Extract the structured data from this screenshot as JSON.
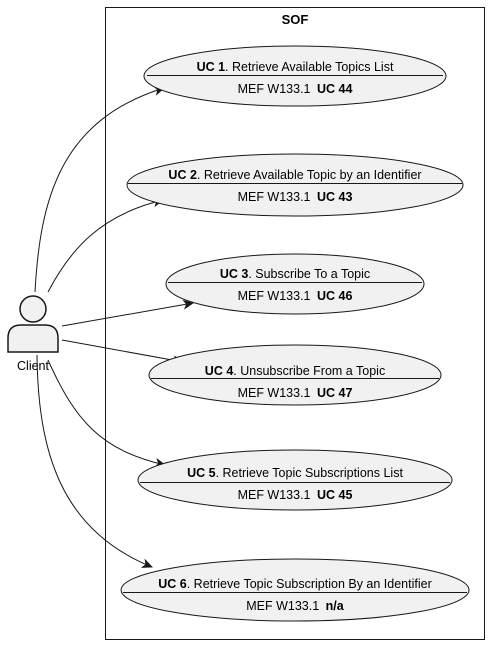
{
  "system": {
    "title": "SOF"
  },
  "actor": {
    "name": "Client"
  },
  "use_cases": [
    {
      "id": "UC 1",
      "name": ". Retrieve Available Topics List",
      "spec": "MEF W133.1",
      "ref": "UC 44"
    },
    {
      "id": "UC 2",
      "name": ". Retrieve Available Topic by an Identifier",
      "spec": "MEF W133.1",
      "ref": "UC 43"
    },
    {
      "id": "UC 3",
      "name": ". Subscribe To a Topic",
      "spec": "MEF W133.1",
      "ref": "UC 46"
    },
    {
      "id": "UC 4",
      "name": ". Unsubscribe From a Topic",
      "spec": "MEF W133.1",
      "ref": "UC 47"
    },
    {
      "id": "UC 5",
      "name": ". Retrieve Topic Subscriptions List",
      "spec": "MEF W133.1",
      "ref": "UC 45"
    },
    {
      "id": "UC 6",
      "name": ". Retrieve Topic Subscription By an Identifier",
      "spec": "MEF W133.1",
      "ref": "n/a"
    }
  ],
  "colors": {
    "ellipse_fill": "#f1f1f1",
    "stroke": "#181818",
    "background": "#ffffff"
  }
}
